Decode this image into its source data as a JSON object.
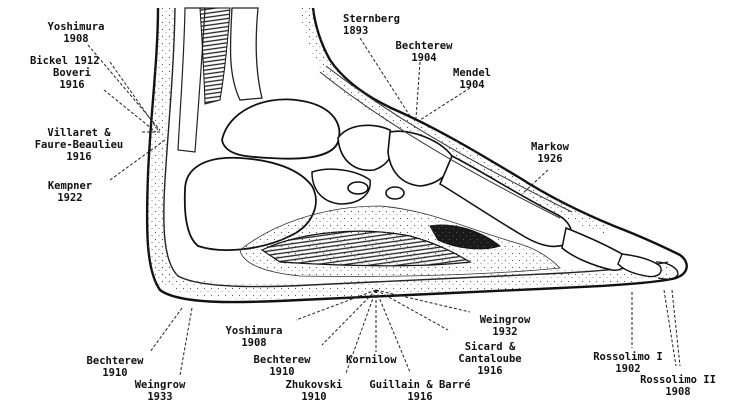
{
  "figure": {
    "labels": [
      {
        "id": "yoshimura-1908-top",
        "name": "Yoshimura",
        "year": "1908"
      },
      {
        "id": "bickel-1912",
        "name": "Bickel 1912",
        "year": ""
      },
      {
        "id": "boveri-1916",
        "name": "Boveri",
        "year": "1916"
      },
      {
        "id": "villaret-faure-beaulieu-1916",
        "name": "Villaret &",
        "name2": "Faure-Beaulieu",
        "year": "1916"
      },
      {
        "id": "kempner-1922",
        "name": "Kempner",
        "year": "1922"
      },
      {
        "id": "sternberg-1893",
        "name": "Sternberg",
        "year": "1893"
      },
      {
        "id": "bechterew-1904",
        "name": "Bechterew",
        "year": "1904"
      },
      {
        "id": "mendel-1904",
        "name": "Mendel",
        "year": "1904"
      },
      {
        "id": "markow-1926",
        "name": "Markow",
        "year": "1926"
      },
      {
        "id": "bechterew-1910-left",
        "name": "Bechterew",
        "year": "1910"
      },
      {
        "id": "weingrow-1933",
        "name": "Weingrow",
        "year": "1933"
      },
      {
        "id": "yoshimura-1908-bottom",
        "name": "Yoshimura",
        "year": "1908"
      },
      {
        "id": "bechterew-1910-bottom",
        "name": "Bechterew",
        "year": "1910"
      },
      {
        "id": "zhukovski-1910",
        "name": "Zhukovski",
        "year": "1910"
      },
      {
        "id": "kornilow",
        "name": "Kornilow",
        "year": ""
      },
      {
        "id": "guillain-barre-1916",
        "name": "Guillain & Barré",
        "year": "1916"
      },
      {
        "id": "sicard-cantaloube-1916",
        "name": "Sicard &",
        "name2": "Cantaloube",
        "year": "1916"
      },
      {
        "id": "weingrow-1932",
        "name": "Weingrow",
        "year": "1932"
      },
      {
        "id": "rossolimo-i-1902",
        "name": "Rossolimo I",
        "year": "1902"
      },
      {
        "id": "rossolimo-ii-1908",
        "name": "Rossolimo II",
        "year": "1908"
      }
    ]
  }
}
